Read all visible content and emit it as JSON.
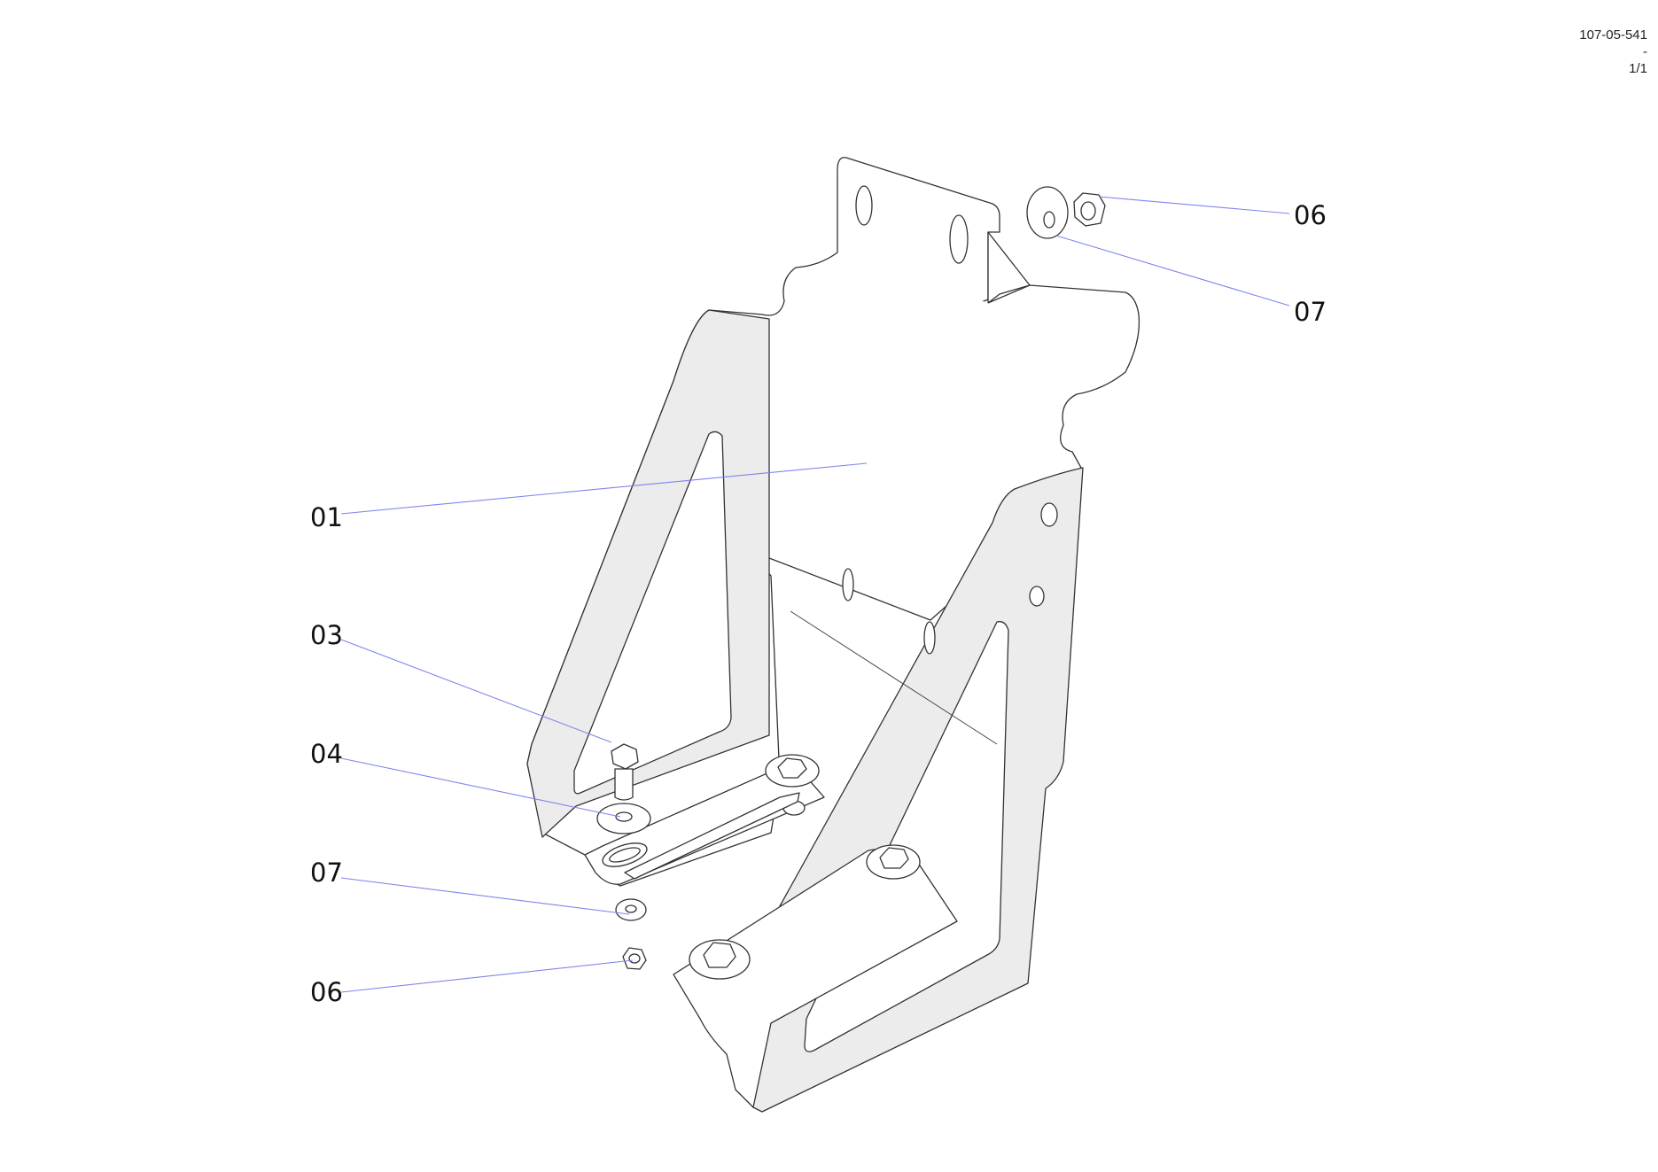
{
  "sheet": {
    "drawing_number": "107-05-541",
    "revision": "-",
    "page": "1/1"
  },
  "callouts": [
    {
      "id": "c06_top",
      "label": "06"
    },
    {
      "id": "c07_top",
      "label": "07"
    },
    {
      "id": "c01",
      "label": "01"
    },
    {
      "id": "c03",
      "label": "03"
    },
    {
      "id": "c04",
      "label": "04"
    },
    {
      "id": "c07_bottom",
      "label": "07"
    },
    {
      "id": "c06_bottom",
      "label": "06"
    }
  ],
  "colors": {
    "leader_line": "#7f84ee",
    "outline": "#333333",
    "shading": "#ececec"
  }
}
